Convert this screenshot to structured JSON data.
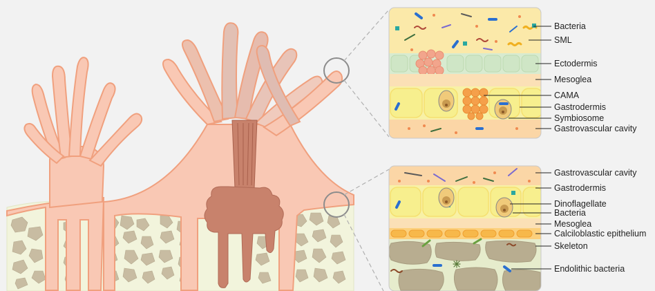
{
  "top_panel": {
    "labels": [
      "Bacteria",
      "SML",
      "Ectodermis",
      "Mesoglea",
      "CAMA",
      "Gastrodermis",
      "Symbiosome",
      "Gastrovascular cavity"
    ]
  },
  "bottom_panel": {
    "labels": [
      "Gastrovascular cavity",
      "Gastrodermis",
      "Dinoflagellate",
      "Bacteria",
      "Mesoglea",
      "Calciloblastic epithelium",
      "Skeleton",
      "Endolithic bacteria"
    ]
  },
  "colors": {
    "background": "#f2f2f2",
    "coral_tissue": "#f9c8b4",
    "coral_outline": "#f0a07e",
    "gastric_cavity": "#c8826c",
    "skeleton_base": "#f2f4dc",
    "skeleton_stone": "#c8bca2",
    "sml_layer": "#fbe9a9",
    "ectodermis": "#d8ebd0",
    "mesoglea": "#fbe0b6",
    "gastrodermis": "#f8f1a6",
    "gastrovascular": "#fbd6a6",
    "calciloblastic": "#fcd07c",
    "endolith_skeleton": "#e6eccc"
  }
}
